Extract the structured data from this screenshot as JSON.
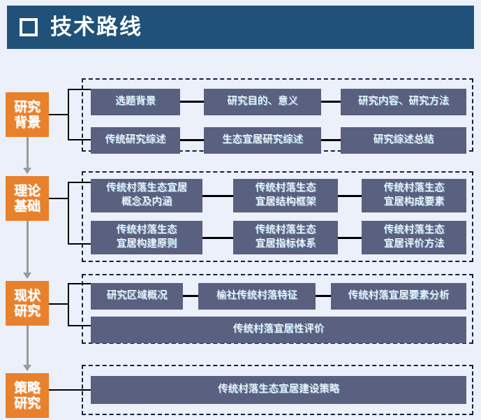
{
  "header": {
    "title": "技术路线",
    "icon": "square-outline-icon",
    "bg_color": "#1f5179"
  },
  "palette": {
    "background": "#ebf0fa",
    "badge": "#e8802c",
    "node": "#5a6080",
    "connector": "#000000",
    "arrow": "#9a9a9a",
    "group_border": "#12213f"
  },
  "sections": [
    {
      "badge": {
        "line1": "研究",
        "line2": "背景"
      },
      "rows": [
        [
          "选题背景",
          "研究目的、意义",
          "研究内容、研究方法"
        ],
        [
          "传统研究综述",
          "生态宜居研究综述",
          "研究综述总结"
        ]
      ]
    },
    {
      "badge": {
        "line1": "理论",
        "line2": "基础"
      },
      "rows": [
        [
          {
            "line1": "传统村落生态宜居",
            "line2": "概念及内涵"
          },
          {
            "line1": "传统村落生态",
            "line2": "宜居结构框架"
          },
          {
            "line1": "传统村落生态",
            "line2": "宜居构成要素"
          }
        ],
        [
          {
            "line1": "传统村落生态",
            "line2": "宜居构建原则"
          },
          {
            "line1": "传统村落生态",
            "line2": "宜居指标体系"
          },
          {
            "line1": "传统村落生态",
            "line2": "宜居评价方法"
          }
        ]
      ]
    },
    {
      "badge": {
        "line1": "现状",
        "line2": "研究"
      },
      "rows": [
        [
          "研究区域概况",
          "榆社传统村落特征",
          "传统村落宜居要素分析"
        ],
        [
          "传统村落宜居性评价"
        ]
      ]
    },
    {
      "badge": {
        "line1": "策略",
        "line2": "研究"
      },
      "rows": [
        [
          "传统村落生态宜居建设策略"
        ]
      ]
    }
  ]
}
